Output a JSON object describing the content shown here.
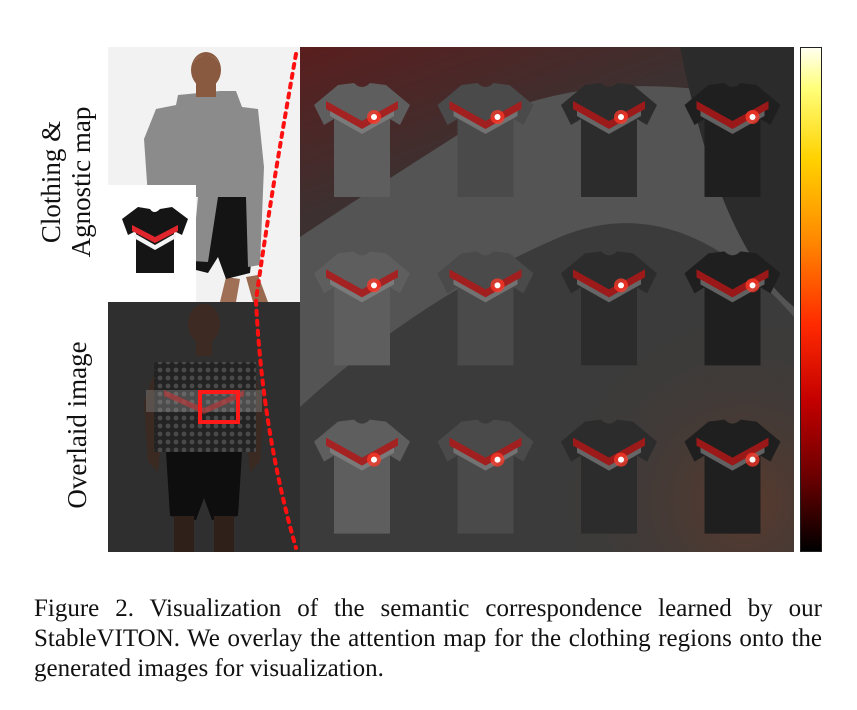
{
  "figure": {
    "row_labels": {
      "top_line1": "Clothing &",
      "top_line2": "Agnostic map",
      "bottom": "Overlaid image"
    },
    "grid": {
      "rows": 3,
      "cols": 4
    },
    "colormap": "hot"
  },
  "caption": {
    "text": "Figure 2. Visualization of the semantic correspondence learned by our StableVITON. We overlay the attention map for the clothing regions onto the generated images for visualization."
  }
}
